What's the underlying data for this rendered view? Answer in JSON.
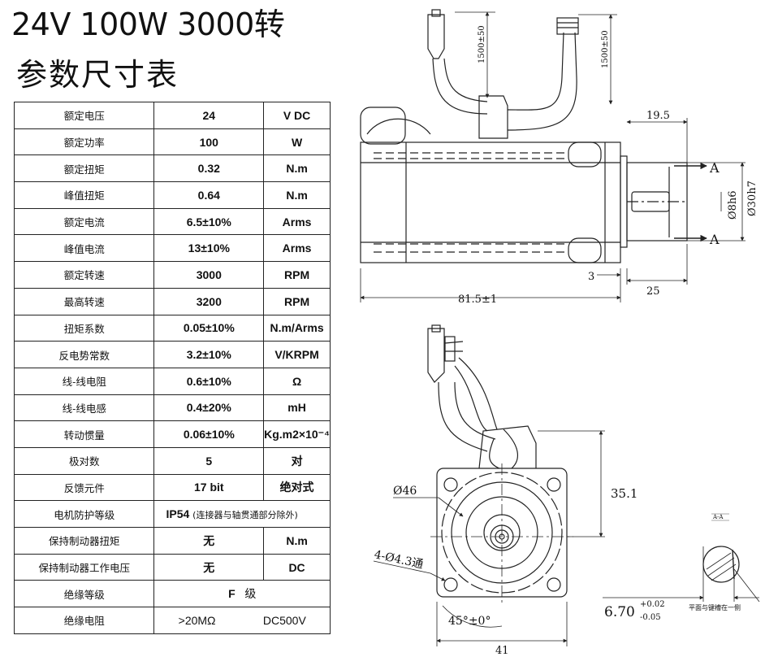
{
  "title": {
    "line1": "24V 100W 3000转",
    "line2": "参数尺寸表"
  },
  "table": {
    "rows": [
      {
        "name": "额定电压",
        "value": "24",
        "unit": "V  DC"
      },
      {
        "name": "额定功率",
        "value": "100",
        "unit": "W"
      },
      {
        "name": "额定扭矩",
        "value": "0.32",
        "unit": "N.m"
      },
      {
        "name": "峰值扭矩",
        "value": "0.64",
        "unit": "N.m"
      },
      {
        "name": "额定电流",
        "value": "6.5±10%",
        "unit": "Arms"
      },
      {
        "name": "峰值电流",
        "value": "13±10%",
        "unit": "Arms"
      },
      {
        "name": "额定转速",
        "value": "3000",
        "unit": "RPM"
      },
      {
        "name": "最高转速",
        "value": "3200",
        "unit": "RPM"
      },
      {
        "name": "扭矩系数",
        "value": "0.05±10%",
        "unit": "N.m/Arms"
      },
      {
        "name": "反电势常数",
        "value": "3.2±10%",
        "unit": "V/KRPM"
      },
      {
        "name": "线-线电阻",
        "value": "0.6±10%",
        "unit": "Ω"
      },
      {
        "name": "线-线电感",
        "value": "0.4±20%",
        "unit": "mH"
      },
      {
        "name": "转动惯量",
        "value": "0.06±10%",
        "unit": "Kg.m2×10⁻⁴"
      },
      {
        "name": "极对数",
        "value": "5",
        "unit": "对"
      },
      {
        "name": "反馈元件",
        "value": "17 bit",
        "unit": "绝对式"
      }
    ],
    "protection": {
      "name": "电机防护等级",
      "value": "IP54",
      "note": "(连接器与轴贯通部分除外)"
    },
    "brake_torque": {
      "name": "保持制动器扭矩",
      "value": "无",
      "unit": "N.m"
    },
    "brake_voltage": {
      "name": "保持制动器工作电压",
      "value": "无",
      "unit": "DC"
    },
    "insulation_class": {
      "name": "绝缘等级",
      "value": "F",
      "unit": "级"
    },
    "insulation_resistance": {
      "name": "绝缘电阻",
      "value": ">20MΩ",
      "unit": "DC500V"
    }
  },
  "drawing": {
    "cable_len_1": "1500±50",
    "cable_len_2": "1500±50",
    "dim_shaft_len": "19.5",
    "dim_shaft_dia": "Ø8h6",
    "dim_spigot_dia": "Ø30h7",
    "section_mark": "A",
    "dim_spigot_len": "3",
    "dim_shaft_total": "25",
    "dim_body_len": "81.5±1",
    "dim_pcd": "Ø46",
    "dim_holes": "4-Ø4.3通",
    "dim_height": "35.1",
    "dim_angle": "45°±0°",
    "dim_square": "41",
    "dim_flat": "6.70",
    "dim_flat_tol_upper": "+0.02",
    "dim_flat_tol_lower": "-0.05",
    "flat_note": "平面与键槽在一侧",
    "section_label": "A-A"
  }
}
